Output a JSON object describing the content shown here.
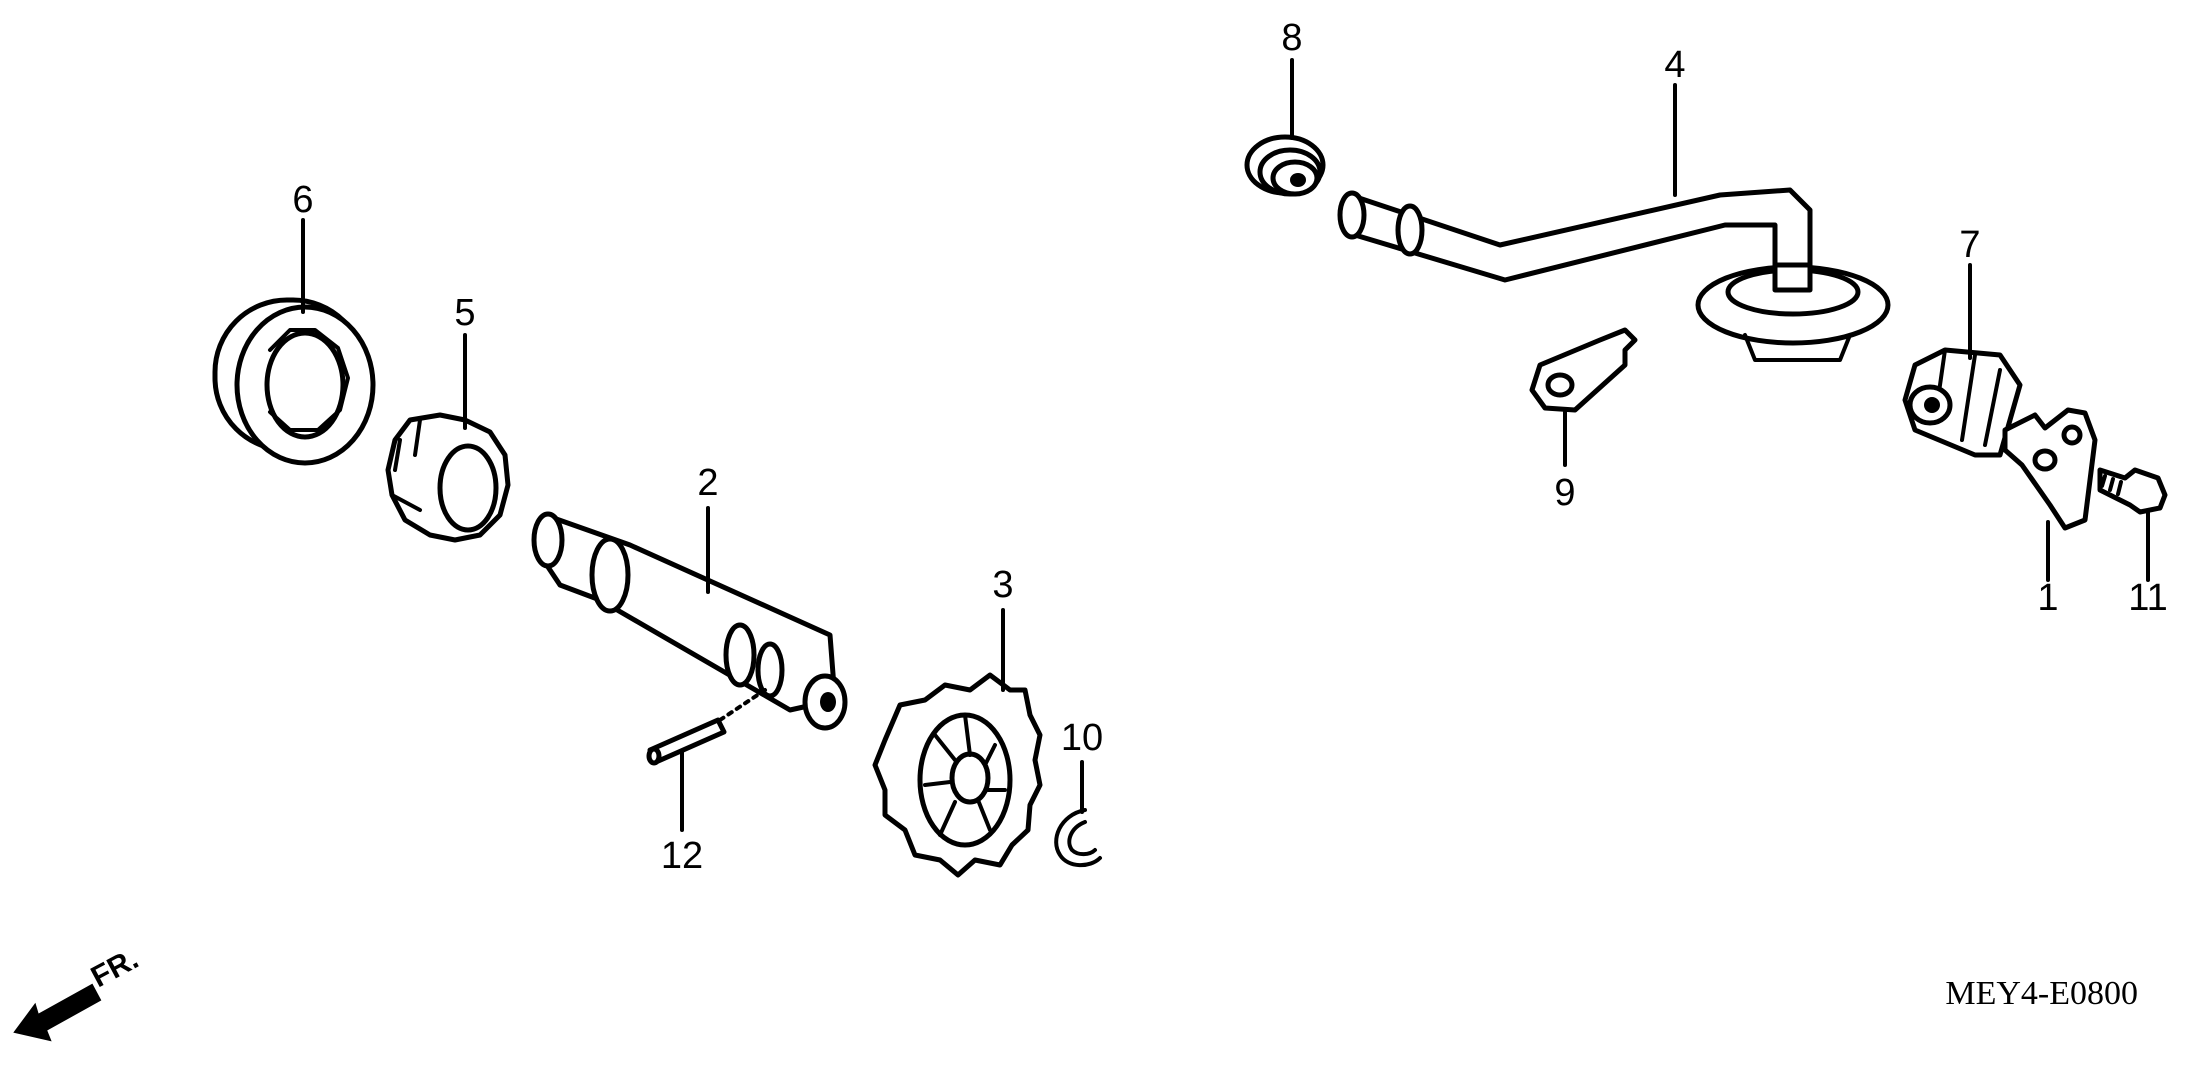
{
  "callouts": [
    "1",
    "2",
    "3",
    "4",
    "5",
    "6",
    "7",
    "8",
    "9",
    "10",
    "11",
    "12"
  ],
  "direction_label": "FR.",
  "diagram_code": "MEY4-E0800",
  "icons": {
    "direction": "front-direction-arrow-icon"
  }
}
